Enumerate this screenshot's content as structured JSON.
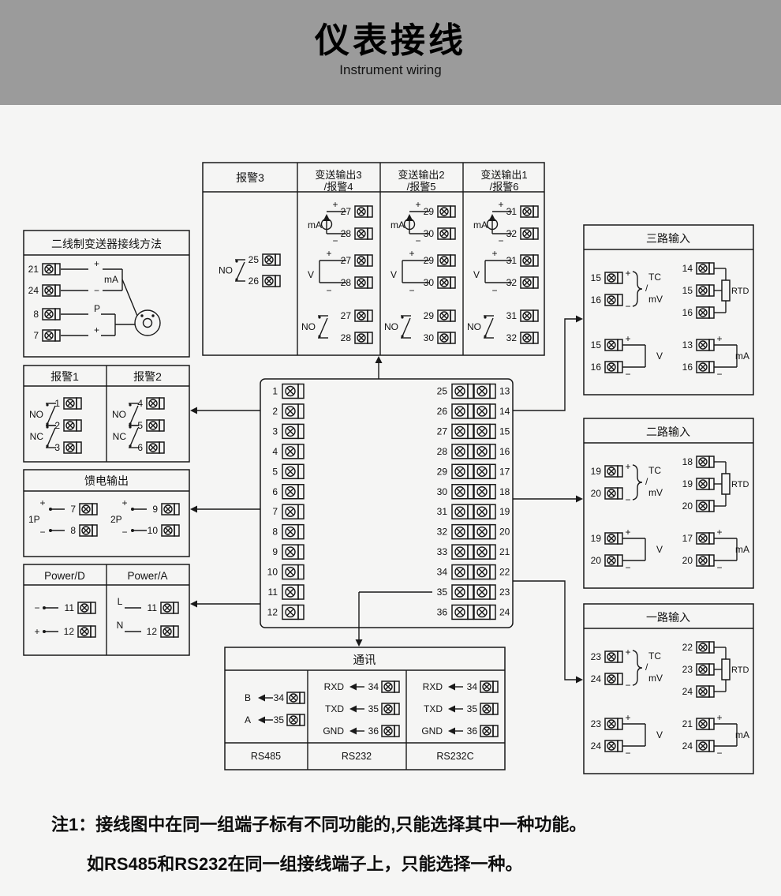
{
  "header": {
    "title": "仪表接线",
    "subtitle": "Instrument wiring"
  },
  "top_box": {
    "alarm3": {
      "title": "报警3",
      "contact_label": "NO",
      "terminals": [
        "25",
        "26"
      ]
    },
    "outputs": [
      {
        "title": "变送输出3",
        "subtitle": "/报警4",
        "ma_label": "mA",
        "v_label": "V",
        "no_label": "NO",
        "plus": "+",
        "minus": "−",
        "t_odd": "27",
        "t_even": "28"
      },
      {
        "title": "变送输出2",
        "subtitle": "/报警5",
        "ma_label": "mA",
        "v_label": "V",
        "no_label": "NO",
        "plus": "+",
        "minus": "−",
        "t_odd": "29",
        "t_even": "30"
      },
      {
        "title": "变送输出1",
        "subtitle": "/报警6",
        "ma_label": "mA",
        "v_label": "V",
        "no_label": "NO",
        "plus": "+",
        "minus": "−",
        "t_odd": "31",
        "t_even": "32"
      }
    ]
  },
  "transmitter_box": {
    "title": "二线制变送器接线方法",
    "ma_label": "mA",
    "rows": [
      {
        "num": "21",
        "sign": "+"
      },
      {
        "num": "24",
        "sign": "−"
      },
      {
        "num": "8",
        "sign": "P"
      },
      {
        "num": "7",
        "sign": "+"
      }
    ]
  },
  "alarm12_box": {
    "columns": [
      {
        "title": "报警1",
        "no": "NO",
        "nc": "NC",
        "terminals": [
          "1",
          "2",
          "3"
        ]
      },
      {
        "title": "报警2",
        "no": "NO",
        "nc": "NC",
        "terminals": [
          "4",
          "5",
          "6"
        ]
      }
    ]
  },
  "feed_box": {
    "title": "馈电输出",
    "groups": [
      {
        "name": "1P",
        "plus": "+",
        "minus": "−",
        "t_plus": "7",
        "t_minus": "8"
      },
      {
        "name": "2P",
        "plus": "+",
        "minus": "−",
        "t_plus": "9",
        "t_minus": "10"
      }
    ]
  },
  "power_box": {
    "columns": [
      {
        "title": "Power/D",
        "rows": [
          {
            "label": "−",
            "num": "11"
          },
          {
            "label": "+",
            "num": "12"
          }
        ]
      },
      {
        "title": "Power/A",
        "rows": [
          {
            "label": "L",
            "num": "11"
          },
          {
            "label": "N",
            "num": "12"
          }
        ]
      }
    ]
  },
  "center_block": {
    "left_terminals": [
      "1",
      "2",
      "3",
      "4",
      "5",
      "6",
      "7",
      "8",
      "9",
      "10",
      "11",
      "12"
    ],
    "mid_terminals": [
      "25",
      "26",
      "27",
      "28",
      "29",
      "30",
      "31",
      "32",
      "33",
      "34",
      "35",
      "36"
    ],
    "right_terminals": [
      "13",
      "14",
      "15",
      "16",
      "17",
      "18",
      "19",
      "20",
      "21",
      "22",
      "23",
      "24"
    ]
  },
  "input_boxes": [
    {
      "title": "三路输入",
      "tc": {
        "plus": "+",
        "minus": "−",
        "t1": "15",
        "t2": "16",
        "label1": "TC",
        "slash": "/",
        "label2": "mV"
      },
      "rtd": {
        "t1": "14",
        "t2": "15",
        "t3": "16",
        "label": "RTD"
      },
      "v": {
        "plus": "+",
        "minus": "−",
        "t1": "15",
        "t2": "16",
        "label": "V"
      },
      "ma": {
        "plus": "+",
        "minus": "−",
        "t1": "13",
        "t2": "16",
        "label": "mA"
      }
    },
    {
      "title": "二路输入",
      "tc": {
        "plus": "+",
        "minus": "−",
        "t1": "19",
        "t2": "20",
        "label1": "TC",
        "slash": "/",
        "label2": "mV"
      },
      "rtd": {
        "t1": "18",
        "t2": "19",
        "t3": "20",
        "label": "RTD"
      },
      "v": {
        "plus": "+",
        "minus": "−",
        "t1": "19",
        "t2": "20",
        "label": "V"
      },
      "ma": {
        "plus": "+",
        "minus": "−",
        "t1": "17",
        "t2": "20",
        "label": "mA"
      }
    },
    {
      "title": "一路输入",
      "tc": {
        "plus": "+",
        "minus": "−",
        "t1": "23",
        "t2": "24",
        "label1": "TC",
        "slash": "/",
        "label2": "mV"
      },
      "rtd": {
        "t1": "22",
        "t2": "23",
        "t3": "24",
        "label": "RTD"
      },
      "v": {
        "plus": "+",
        "minus": "−",
        "t1": "23",
        "t2": "24",
        "label": "V"
      },
      "ma": {
        "plus": "+",
        "minus": "−",
        "t1": "21",
        "t2": "24",
        "label": "mA"
      }
    }
  ],
  "comms_box": {
    "title": "通讯",
    "sections": [
      {
        "label": "RS485",
        "rows": [
          {
            "signal": "B",
            "num": "34"
          },
          {
            "signal": "A",
            "num": "35"
          }
        ]
      },
      {
        "label": "RS232",
        "rows": [
          {
            "signal": "RXD",
            "num": "34"
          },
          {
            "signal": "TXD",
            "num": "35"
          },
          {
            "signal": "GND",
            "num": "36"
          }
        ]
      },
      {
        "label": "RS232C",
        "rows": [
          {
            "signal": "RXD",
            "num": "34"
          },
          {
            "signal": "TXD",
            "num": "35"
          },
          {
            "signal": "GND",
            "num": "36"
          }
        ]
      }
    ]
  },
  "notes": {
    "line1": "注1：接线图中在同一组端子标有不同功能的,只能选择其中一种功能。",
    "line2": "如RS485和RS232在同一组接线端子上，只能选择一种。"
  },
  "colors": {
    "header_bg": "#9b9b9b",
    "page_bg": "#f5f5f4",
    "line": "#191919"
  }
}
